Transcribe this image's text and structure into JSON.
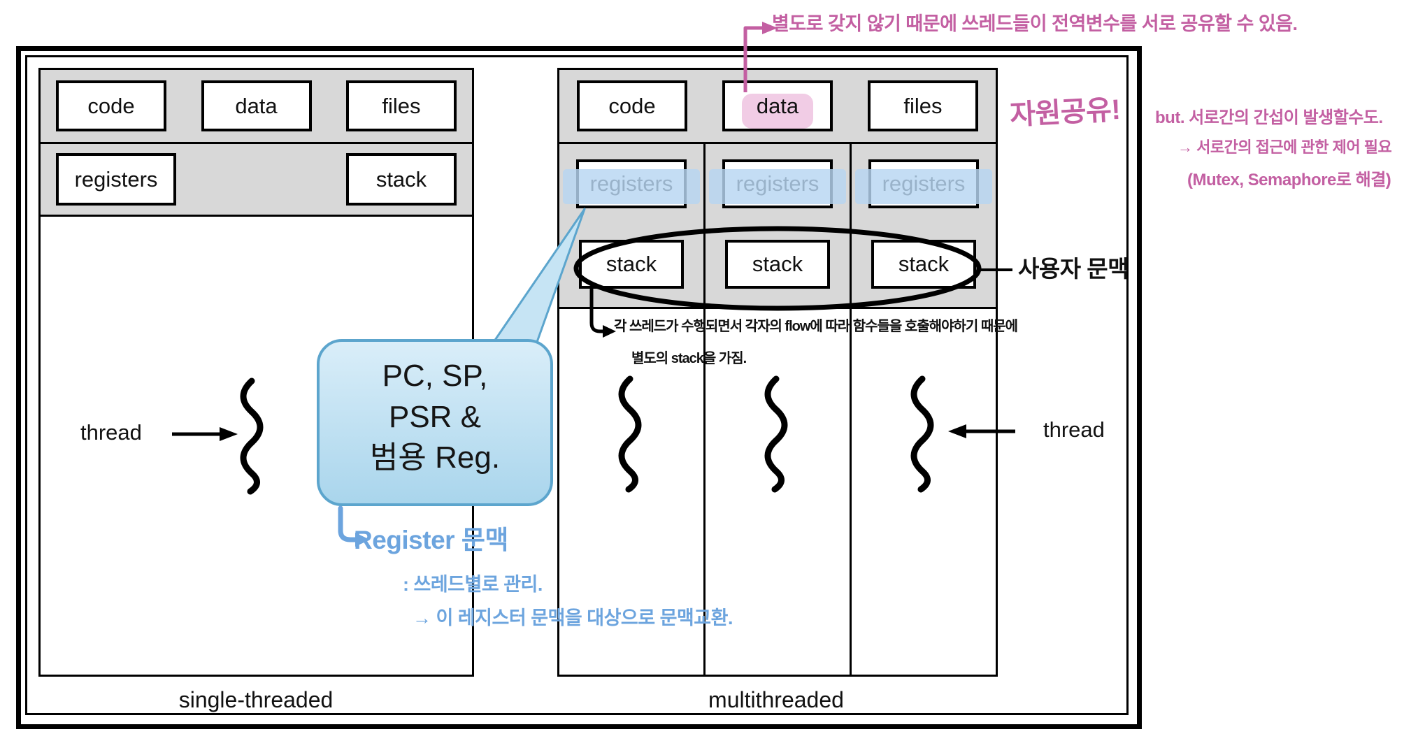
{
  "left": {
    "boxes": [
      "code",
      "data",
      "files"
    ],
    "row2": [
      "registers",
      "stack"
    ],
    "thread_label": "thread",
    "caption": "single-threaded"
  },
  "right": {
    "boxes": [
      "code",
      "data",
      "files"
    ],
    "registers": [
      "registers",
      "registers",
      "registers"
    ],
    "stacks": [
      "stack",
      "stack",
      "stack"
    ],
    "thread_label": "thread",
    "caption": "multithreaded"
  },
  "bubble": {
    "line1": "PC, SP,",
    "line2": "PSR &",
    "line3": "범용 Reg."
  },
  "notes": {
    "top_pink": "별도로 갖지 않기 때문에 쓰레드들이 전역변수를 서로 공유할 수 있음.",
    "share_pink": "자원공유!",
    "but_pink": "but. 서로간의 간섭이 발생할수도.",
    "control_pink": "→ 서로간의 접근에 관한 제어 필요",
    "mutex_pink": "(Mutex, Semaphore로 해결)",
    "user_context": "사용자 문맥",
    "stack_note1": "각 쓰레드가 수행되면서 각자의 flow에 따라 함수들을 호출해야하기 때문에",
    "stack_note2": "별도의 stack을 가짐.",
    "reg_note1": "Register 문맥",
    "reg_note2": ": 쓰레드별로 관리.",
    "reg_note3": "→ 이 레지스터 문맥을 대상으로 문맥교환."
  },
  "colors": {
    "pink_handwriting": "#c35fa2",
    "blue_handwriting": "#6ca4de",
    "panel_gray": "#d8d8d8",
    "bubble_fill_top": "#daeef9",
    "bubble_fill_bottom": "#a9d5ec",
    "bubble_border": "#5ca5cd",
    "registers_highlight": "#b7d6f2",
    "data_highlight": "#f0c6e2"
  }
}
